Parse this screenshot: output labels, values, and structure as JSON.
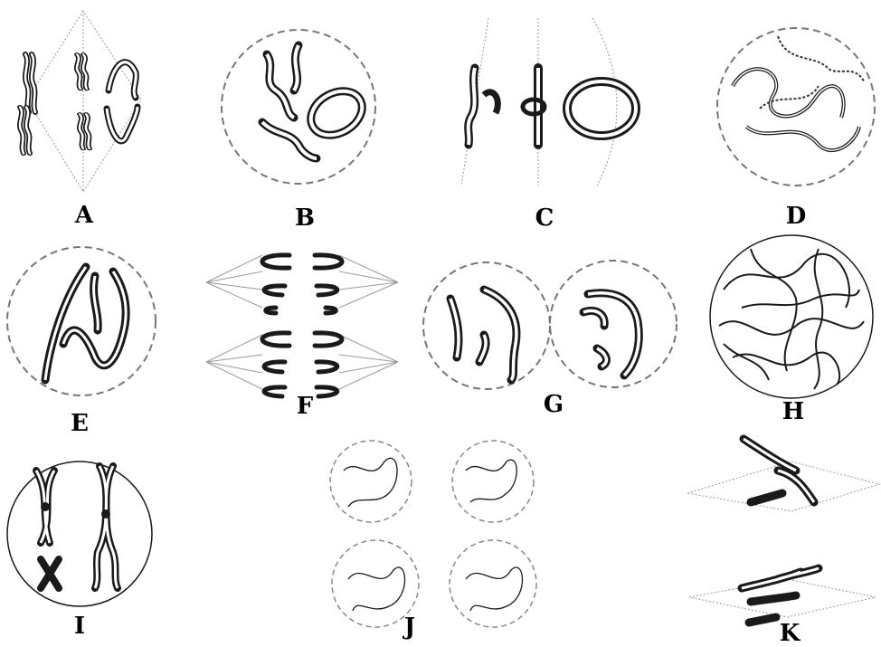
{
  "panels": [
    {
      "id": "A",
      "label": "A"
    },
    {
      "id": "B",
      "label": "B"
    },
    {
      "id": "C",
      "label": "C"
    },
    {
      "id": "D",
      "label": "D"
    },
    {
      "id": "E",
      "label": "E"
    },
    {
      "id": "F",
      "label": "F"
    },
    {
      "id": "G",
      "label": "G"
    },
    {
      "id": "H",
      "label": "H"
    },
    {
      "id": "I",
      "label": "I"
    },
    {
      "id": "J",
      "label": "J"
    },
    {
      "id": "K",
      "label": "K"
    }
  ],
  "colors": {
    "ink": "#1a1a1a",
    "dash": "#777777",
    "spindle": "#9a9a9a",
    "background": "#ffffff"
  }
}
